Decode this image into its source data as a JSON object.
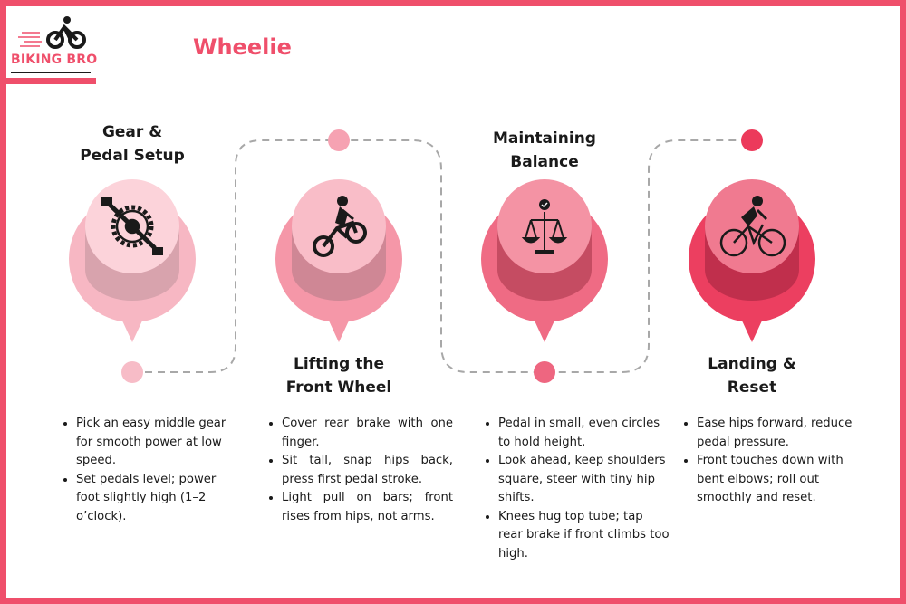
{
  "brand": {
    "logo_text": "BIKING BRO",
    "color": "#ef4f6b"
  },
  "title": "Wheelie",
  "steps": [
    {
      "title_line1": "Gear &",
      "title_line2": "Pedal Setup",
      "icon": "crankset-icon",
      "color": "#f7b7c3",
      "bullets": [
        "Pick an easy middle gear for smooth power at low speed.",
        "Set pedals level; power foot slightly high (1–2 o’clock)."
      ]
    },
    {
      "title_line1": "Lifting the",
      "title_line2": "Front Wheel",
      "icon": "dirt-bike-rider-icon",
      "color": "#f597a8",
      "bullets": [
        "Cover rear brake with one finger.",
        "Sit tall, snap hips back, press first pedal stroke.",
        "Light pull on bars; front rises from hips, not arms."
      ]
    },
    {
      "title_line1": "Maintaining",
      "title_line2": "Balance",
      "icon": "balance-scale-icon",
      "color": "#ef6b84",
      "bullets": [
        "Pedal in small, even circles to hold height.",
        "Look ahead, keep shoulders square, steer with tiny hip shifts.",
        "Knees hug top tube; tap rear brake if front climbs too high."
      ]
    },
    {
      "title_line1": "Landing &",
      "title_line2": "Reset",
      "icon": "cyclist-icon",
      "color": "#ec3f60",
      "bullets": [
        "Ease hips forward, reduce pedal pressure.",
        "Front touches down with bent elbows; roll out smoothly and reset."
      ]
    }
  ]
}
